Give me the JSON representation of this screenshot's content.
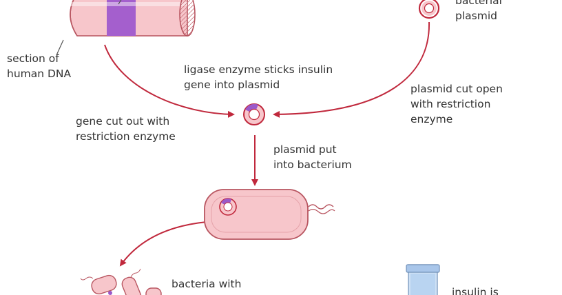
{
  "labels": {
    "dna": [
      "section of",
      "human DNA"
    ],
    "bacterial_plasmid": [
      "bacterial",
      "plasmid"
    ],
    "ligase": [
      "ligase enzyme sticks insulin",
      "gene into plasmid"
    ],
    "plasmid_cut": [
      "plasmid cut open",
      "with restriction",
      "enzyme"
    ],
    "gene_cut": [
      "gene cut out with",
      "restriction enzyme"
    ],
    "plasmid_put": [
      "plasmid put",
      "into bacterium"
    ],
    "bacteria_with": [
      "bacteria with"
    ],
    "insulin_is": [
      "insulin is"
    ]
  },
  "colors": {
    "arrow": "#c0283c",
    "cell_fill": "#f7c6cb",
    "cell_stroke": "#b85560",
    "gene": "#9b59c9",
    "vial": "#b9d4f1",
    "text": "#333333"
  }
}
